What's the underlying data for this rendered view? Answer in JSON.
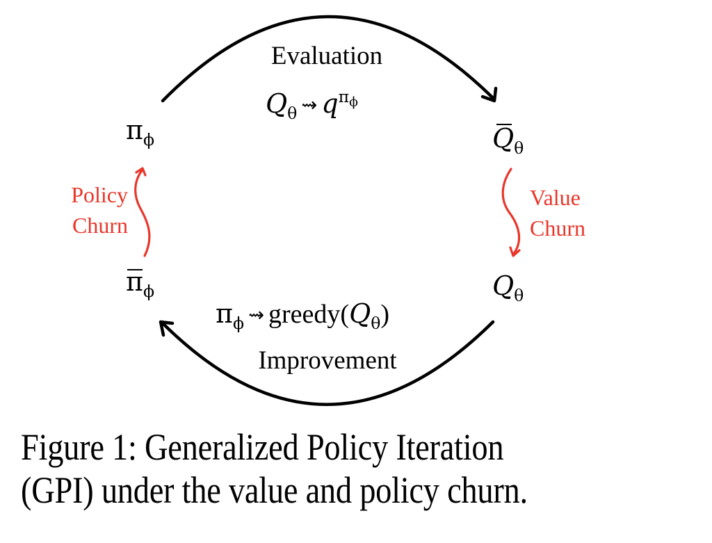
{
  "figure": {
    "stroke_color": "#000000",
    "churn_color": "#E8362A",
    "top_arc": {
      "label": "Evaluation",
      "formula": {
        "lhs": "Q",
        "lhs_sub": "θ",
        "operator": "⇝",
        "rhs": "q",
        "rhs_sup": "π",
        "rhs_sup_sub": "ϕ"
      }
    },
    "bottom_arc": {
      "label": "Improvement",
      "formula": {
        "lhs": "π",
        "lhs_sub": "ϕ",
        "operator": "⇝",
        "func": "greedy",
        "open_paren": "(",
        "arg": "Q",
        "arg_sub": "θ",
        "close_paren": ")"
      }
    },
    "nodes": {
      "top_left": {
        "symbol": "π",
        "sub": "ϕ",
        "bar": false
      },
      "bottom_left": {
        "symbol": "π",
        "sub": "ϕ",
        "bar": true
      },
      "top_right": {
        "symbol": "Q",
        "sub": "θ",
        "bar": true
      },
      "bottom_right": {
        "symbol": "Q",
        "sub": "θ",
        "bar": false
      }
    },
    "churn": {
      "policy": {
        "line1": "Policy",
        "line2": "Churn",
        "direction": "up"
      },
      "value": {
        "line1": "Value",
        "line2": "Churn",
        "direction": "down"
      }
    }
  },
  "caption": {
    "line1": "Figure 1:  Generalized Policy Iteration",
    "line2": "(GPI) under the value and policy churn."
  }
}
